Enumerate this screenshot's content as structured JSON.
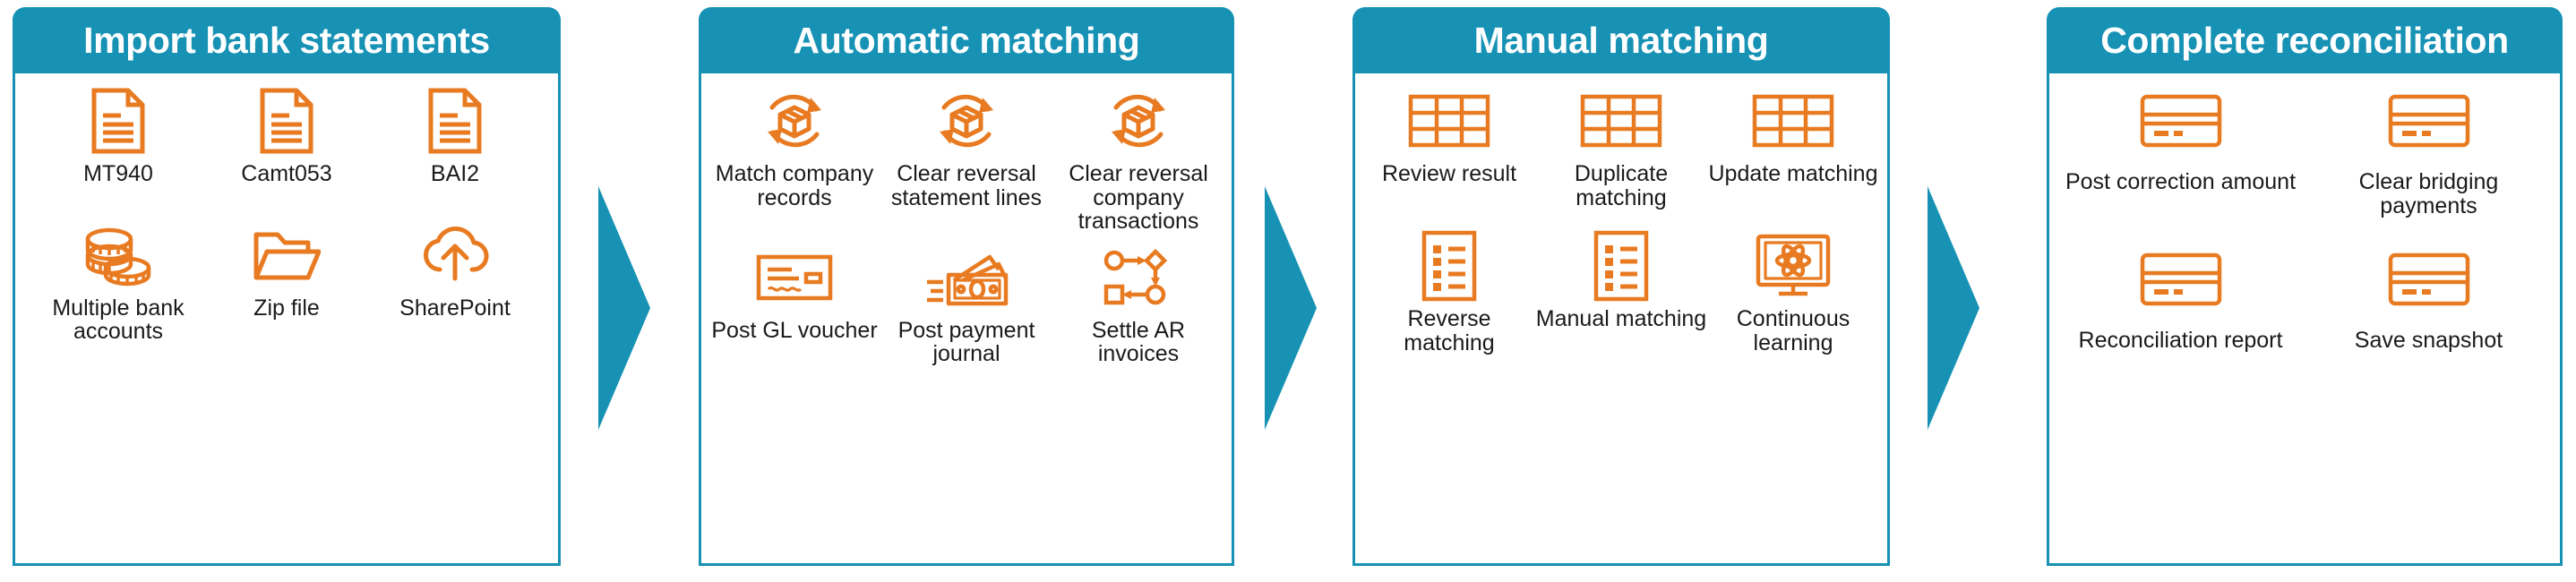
{
  "theme": {
    "teal": "#1792B5",
    "orange": "#E87B22",
    "text": "#1a1a1a",
    "panel_bg": "#ffffff"
  },
  "diagram": {
    "type": "process-flow",
    "stage_count": 4,
    "arrow_count": 3
  },
  "panels": [
    {
      "title": "Import bank statements",
      "rows": [
        [
          {
            "label": "MT940",
            "icon": "document-icon"
          },
          {
            "label": "Camt053",
            "icon": "document-icon"
          },
          {
            "label": "BAI2",
            "icon": "document-icon"
          }
        ],
        [
          {
            "label": "Multiple bank accounts",
            "icon": "coins-stack-icon"
          },
          {
            "label": "Zip file",
            "icon": "folder-icon"
          },
          {
            "label": "SharePoint",
            "icon": "cloud-upload-icon"
          }
        ]
      ]
    },
    {
      "title": "Automatic matching",
      "rows": [
        [
          {
            "label": "Match company records",
            "icon": "box-refresh-icon"
          },
          {
            "label": "Clear reversal statement lines",
            "icon": "box-refresh-icon"
          },
          {
            "label": "Clear reversal company transactions",
            "icon": "box-refresh-icon"
          }
        ],
        [
          {
            "label": "Post GL voucher",
            "icon": "cheque-icon"
          },
          {
            "label": "Post payment journal",
            "icon": "banknotes-icon"
          },
          {
            "label": "Settle AR invoices",
            "icon": "flowchart-icon"
          }
        ]
      ]
    },
    {
      "title": "Manual matching",
      "rows": [
        [
          {
            "label": "Review result",
            "icon": "table-grid-icon"
          },
          {
            "label": "Duplicate matching",
            "icon": "table-grid-icon"
          },
          {
            "label": "Update matching",
            "icon": "table-grid-icon"
          }
        ],
        [
          {
            "label": "Reverse matching",
            "icon": "checklist-icon"
          },
          {
            "label": "Manual matching",
            "icon": "checklist-icon"
          },
          {
            "label": "Continuous learning",
            "icon": "monitor-atom-icon"
          }
        ]
      ]
    },
    {
      "title": "Complete reconciliation",
      "rows": [
        [
          {
            "label": "Post correction amount",
            "icon": "bank-card-icon"
          },
          {
            "label": "Clear bridging payments",
            "icon": "bank-card-icon"
          }
        ],
        [
          {
            "label": "Reconciliation report",
            "icon": "bank-card-icon"
          },
          {
            "label": "Save snapshot",
            "icon": "bank-card-icon"
          }
        ]
      ]
    }
  ]
}
